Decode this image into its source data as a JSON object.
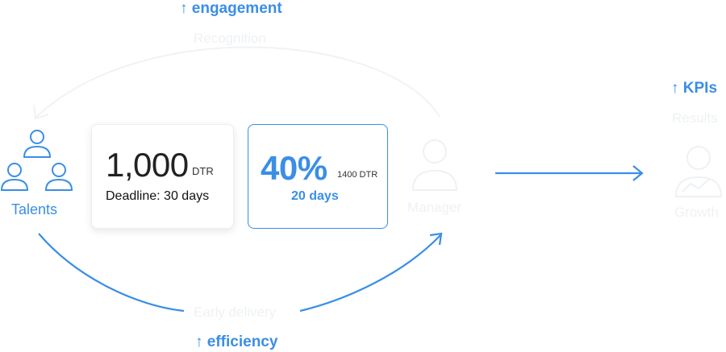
{
  "top_label": "↑ engagement",
  "recognition_label": "Recognition",
  "talents_label": "Talents",
  "card1": {
    "amount": "1,000",
    "unit": "DTR",
    "deadline": "Deadline: 30 days"
  },
  "card2": {
    "percent": "40%",
    "amount": "1400 DTR",
    "days": "20 days"
  },
  "manager_label": "Manager",
  "kpis_label": "↑ KPIs",
  "results_label": "Results",
  "growth_label": "Growth",
  "early_delivery_label": "Early delivery",
  "bottom_label": "↑ efficiency",
  "colors": {
    "accent": "#3a8ee6",
    "faint": "#eef1f4"
  }
}
